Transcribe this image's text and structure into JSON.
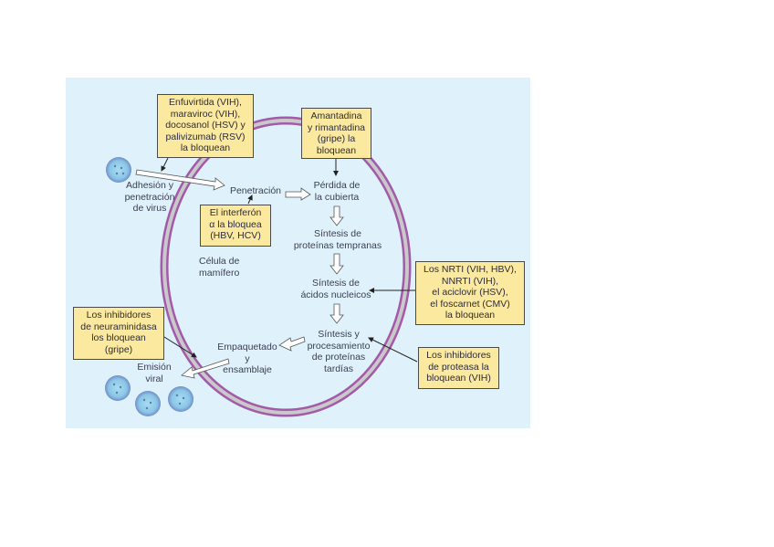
{
  "colors": {
    "panel_bg": "#dff2fc",
    "membrane_outer": "#a35aa8",
    "membrane_inner": "#c9c9cc",
    "box_fill": "#fbe9a0",
    "virus_fill": "#8fc9e8",
    "virus_ring": "#6a8fc8"
  },
  "steps": {
    "adhesion": [
      "Adhesión y",
      "penetración",
      "de virus"
    ],
    "penetration": [
      "Penetración"
    ],
    "uncoating": [
      "Pérdida de",
      "la cubierta"
    ],
    "early_proteins": [
      "Síntesis de",
      "proteínas tempranas"
    ],
    "nucleic_acids": [
      "Síntesis de",
      "ácidos nucleicos"
    ],
    "late_proteins": [
      "Síntesis y",
      "procesamiento",
      "de proteínas",
      "tardías"
    ],
    "assembly": [
      "Empaquetado",
      "y",
      "ensamblaje"
    ],
    "release": [
      "Emisión",
      "viral"
    ],
    "cell": [
      "Célula de",
      "mamífero"
    ]
  },
  "inhibitors": {
    "entry": [
      "Enfuvirtida (VIH),",
      "maraviroc (VIH),",
      "docosanol (HSV) y",
      "palivizumab (RSV)",
      "la bloquean"
    ],
    "uncoating": [
      "Amantadina",
      "y rimantadina",
      "(gripe) la",
      "bloquean"
    ],
    "interferon": [
      "El interferón",
      "α la bloquea",
      "(HBV, HCV)"
    ],
    "nucleic": [
      "Los NRTI (VIH, HBV),",
      "NNRTI (VIH),",
      "el aciclovir (HSV),",
      "el foscarnet (CMV)",
      "la bloquean"
    ],
    "neuraminidase": [
      "Los inhibidores",
      "de neuraminidasa",
      "los bloquean",
      "(gripe)"
    ],
    "protease": [
      "Los inhibidores",
      "de proteasa la",
      "bloquean (VIH)"
    ]
  }
}
